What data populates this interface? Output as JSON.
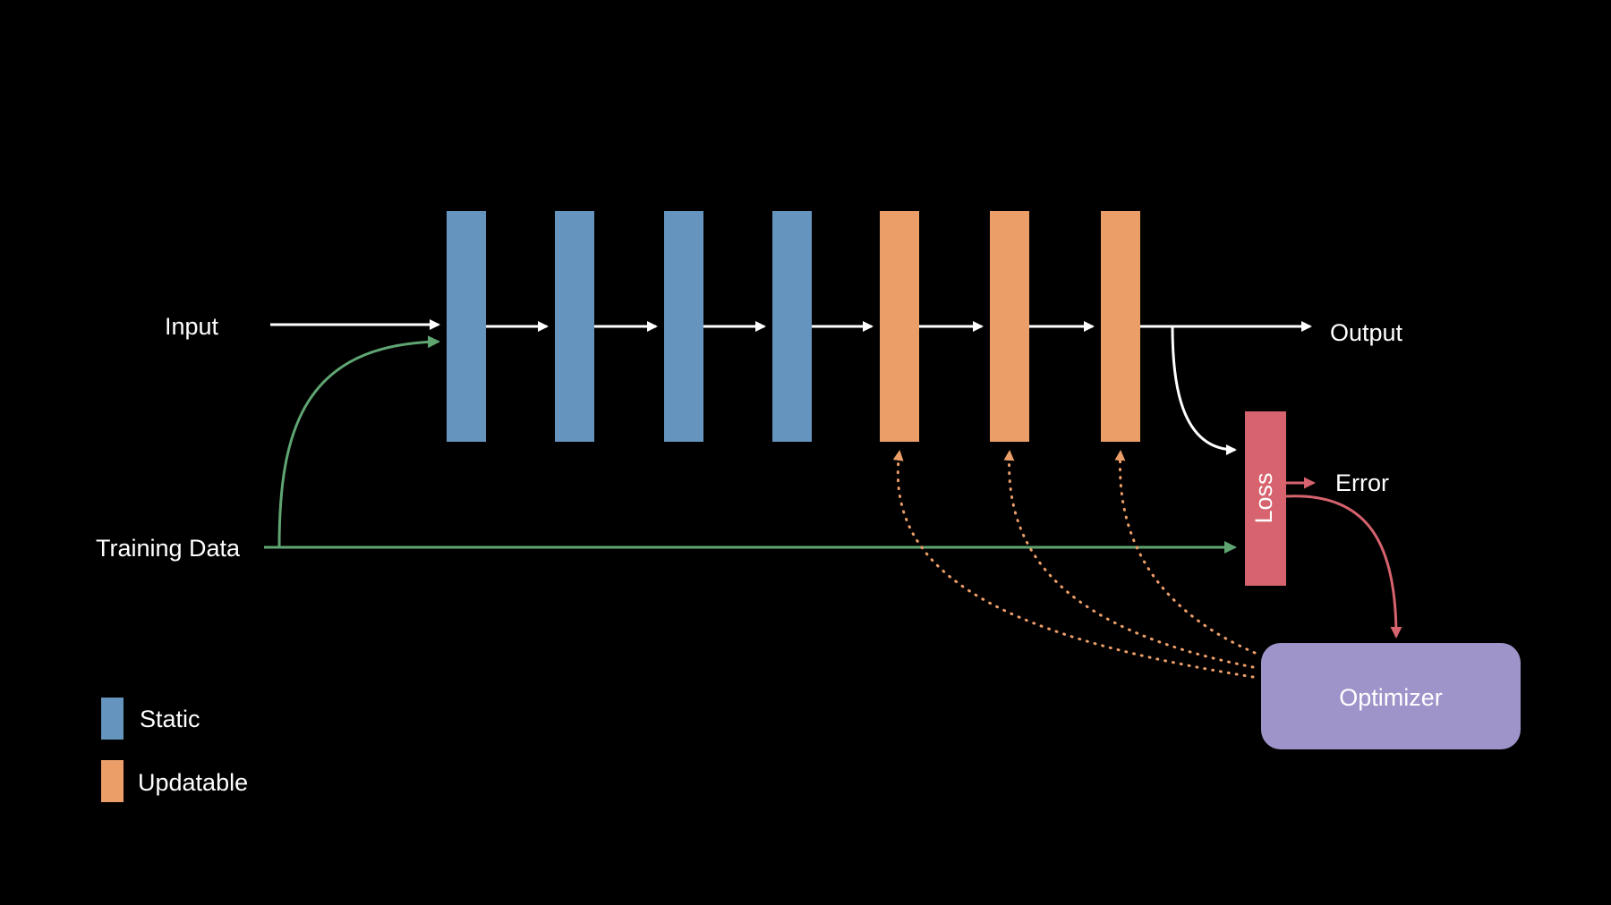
{
  "labels": {
    "input": "Input",
    "output": "Output",
    "training_data": "Training Data",
    "error": "Error",
    "loss": "Loss",
    "optimizer": "Optimizer"
  },
  "legend": {
    "static": "Static",
    "updatable": "Updatable"
  },
  "layers": [
    {
      "kind": "static"
    },
    {
      "kind": "static"
    },
    {
      "kind": "static"
    },
    {
      "kind": "static"
    },
    {
      "kind": "updatable"
    },
    {
      "kind": "updatable"
    },
    {
      "kind": "updatable"
    }
  ],
  "colors": {
    "background": "#000000",
    "static": "#6595BF",
    "updatable": "#EC9E69",
    "loss": "#D6636D",
    "optimizer": "#9F94C9",
    "training_flow": "#5FA572",
    "data_flow": "#FFFFFF",
    "error_flow": "#D6636D",
    "update_flow": "#EC9E69"
  }
}
